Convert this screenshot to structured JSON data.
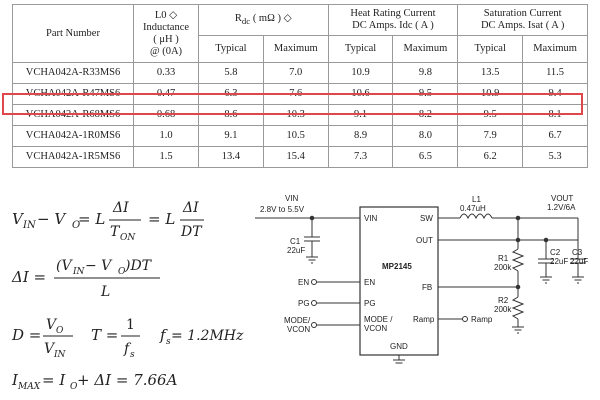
{
  "table": {
    "headers": {
      "part_number": "Part Number",
      "inductance_l1": "L0 ◇",
      "inductance_l2": "Inductance",
      "inductance_l3": "( μH )",
      "inductance_l4": "@ (0A)",
      "rdc_prefix": "R",
      "rdc_sub": "dc",
      "rdc_suffix": " ( mΩ ) ◇",
      "heat_l1": "Heat Rating Current",
      "heat_l2": "DC Amps. Idc ( A )",
      "sat_l1": "Saturation Current",
      "sat_l2": "DC Amps. Isat ( A )",
      "typical": "Typical",
      "maximum": "Maximum"
    },
    "rows": [
      [
        "VCHA042A-R33MS6",
        "0.33",
        "5.8",
        "7.0",
        "10.9",
        "9.8",
        "13.5",
        "11.5"
      ],
      [
        "VCHA042A-R47MS6",
        "0.47",
        "6.3",
        "7.6",
        "10.6",
        "9.5",
        "10.9",
        "9.4"
      ],
      [
        "VCHA042A-R68MS6",
        "0.68",
        "8.6",
        "10.3",
        "9.1",
        "8.2",
        "9.5",
        "8.1"
      ],
      [
        "VCHA042A-1R0MS6",
        "1.0",
        "9.1",
        "10.5",
        "8.9",
        "8.0",
        "7.9",
        "6.7"
      ],
      [
        "VCHA042A-1R5MS6",
        "1.5",
        "13.4",
        "15.4",
        "7.3",
        "6.5",
        "6.2",
        "5.3"
      ]
    ],
    "highlight_color": "#e0474c"
  },
  "equations": {
    "eq1_lhs": "V",
    "eq1_in": "IN",
    "eq1_minus": " − V",
    "eq1_o": "O",
    "eq1_eq": " = L",
    "eq1_num1": "ΔI",
    "eq1_den1": "T",
    "eq1_den1_sub": "ON",
    "eq1_eq2": "= L",
    "eq1_num2": "ΔI",
    "eq1_den2": "DT",
    "eq2_lhs": "ΔI =",
    "eq2_num": "(V",
    "eq2_num_in": "IN",
    "eq2_num_mid": " − V",
    "eq2_num_o": "O",
    "eq2_num_end": ")DT",
    "eq2_den": "L",
    "eq3_lhs": "D =",
    "eq3_num": "V",
    "eq3_num_sub": "O",
    "eq3_den": "V",
    "eq3_den_sub": "IN",
    "eq3_t": "T =",
    "eq3_t_num": "1",
    "eq3_t_den": "f",
    "eq3_t_den_sub": "s",
    "eq3_fs": "f",
    "eq3_fs_sub": "s",
    "eq3_fs_val": " = 1.2MHz",
    "eq4_lhs": "I",
    "eq4_lhs_sub": "MAX",
    "eq4_mid": " = I",
    "eq4_mid_sub": "O",
    "eq4_end": " + ΔI = 7.66A"
  },
  "circuit": {
    "vin_label": "VIN",
    "vin_range": "2.8V to  5.5V",
    "c1_name": "C1",
    "c1_value": "22uF",
    "l1_name": "L1",
    "l1_value": "0.47uH",
    "vout_label": "VOUT",
    "vout_value": "1.2V/6A",
    "c2_name": "C2",
    "c2_value": "22uF",
    "c3_name": "C3",
    "c3_value": "22uF",
    "r1_name": "R1",
    "r1_value": "200k",
    "r2_name": "R2",
    "r2_value": "200k",
    "chip_name": "MP2145",
    "pin_vin": "VIN",
    "pin_sw": "SW",
    "pin_out": "OUT",
    "pin_fb": "FB",
    "pin_en": "EN",
    "pin_pg": "PG",
    "pin_mode1": "MODE /",
    "pin_mode2": "VCON",
    "pin_ramp": "Ramp",
    "pin_gnd": "GND",
    "ext_en": "EN",
    "ext_pg": "PG",
    "ext_mode1": "MODE/",
    "ext_mode2": "VCON",
    "ext_ramp": "Ramp"
  }
}
